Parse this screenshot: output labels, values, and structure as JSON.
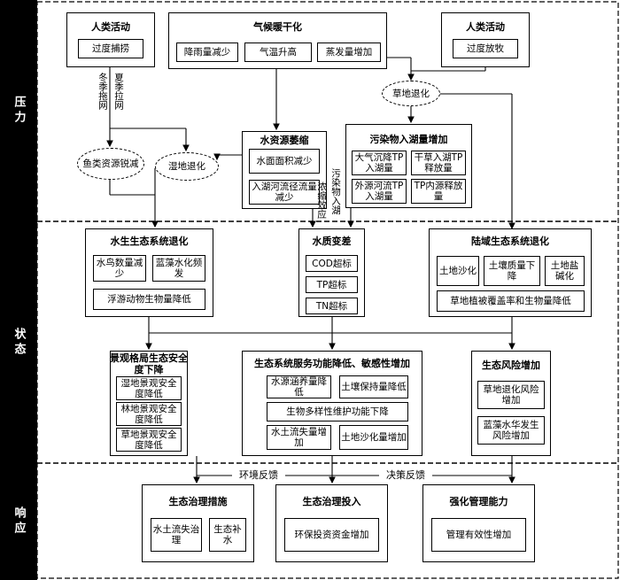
{
  "sections": {
    "pressure": "压力",
    "state": "状态",
    "response": "响应"
  },
  "pressure": {
    "human_left": {
      "title": "人类活动",
      "item": "过度捕捞"
    },
    "climate": {
      "title": "气候暖干化",
      "items": [
        "降雨量减少",
        "气温升高",
        "蒸发量增加"
      ]
    },
    "human_right": {
      "title": "人类活动",
      "item": "过度放牧"
    },
    "grass_degrade": "草地退化",
    "fish_decline": "鱼类资源锐减",
    "wetland_degrade": "湿地退化",
    "winter_net": "冬季拖网",
    "summer_net": "夏季拉网",
    "water_shrink": {
      "title": "水资源萎缩",
      "items": [
        "水面面积减少",
        "入湖河流径流量减少"
      ]
    },
    "pollutant": {
      "title": "污染物入湖量增加",
      "items": [
        "大气沉降TP入湖量",
        "干草入湖TP释放量",
        "外源河流TP入湖量",
        "TP内源释放量"
      ]
    },
    "concentration": "浓缩效应",
    "pollutant_in": "污染物入湖"
  },
  "state": {
    "aquatic": {
      "title": "水生生态系统退化",
      "items": [
        "水鸟数量减少",
        "蓝藻水化频发",
        "浮游动物生物量降低"
      ]
    },
    "water_quality": {
      "title": "水质变差",
      "items": [
        "COD超标",
        "TP超标",
        "TN超标"
      ]
    },
    "land": {
      "title": "陆域生态系统退化",
      "items": [
        "土地沙化",
        "土壤质量下降",
        "土地盐碱化",
        "草地植被覆盖率和生物量降低"
      ]
    },
    "landscape": {
      "title": "景观格局生态安全度下降",
      "items": [
        "湿地景观安全度降低",
        "林地景观安全度降低",
        "草地景观安全度降低"
      ]
    },
    "service": {
      "title": "生态系统服务功能降低、敏感性增加",
      "items": [
        "水源涵养量降低",
        "土壤保持量降低",
        "生物多样性维护功能下降",
        "水土流失量增加",
        "土地沙化量增加"
      ]
    },
    "risk": {
      "title": "生态风险增加",
      "items": [
        "草地退化风险增加",
        "蓝藻水华发生风险增加"
      ]
    }
  },
  "response": {
    "env_feedback": "环境反馈",
    "policy_feedback": "决策反馈",
    "measures": {
      "title": "生态治理措施",
      "items": [
        "水土流失治理",
        "生态补水"
      ]
    },
    "investment": {
      "title": "生态治理投入",
      "items": [
        "环保投资资金增加"
      ]
    },
    "management": {
      "title": "强化管理能力",
      "items": [
        "管理有效性增加"
      ]
    }
  }
}
